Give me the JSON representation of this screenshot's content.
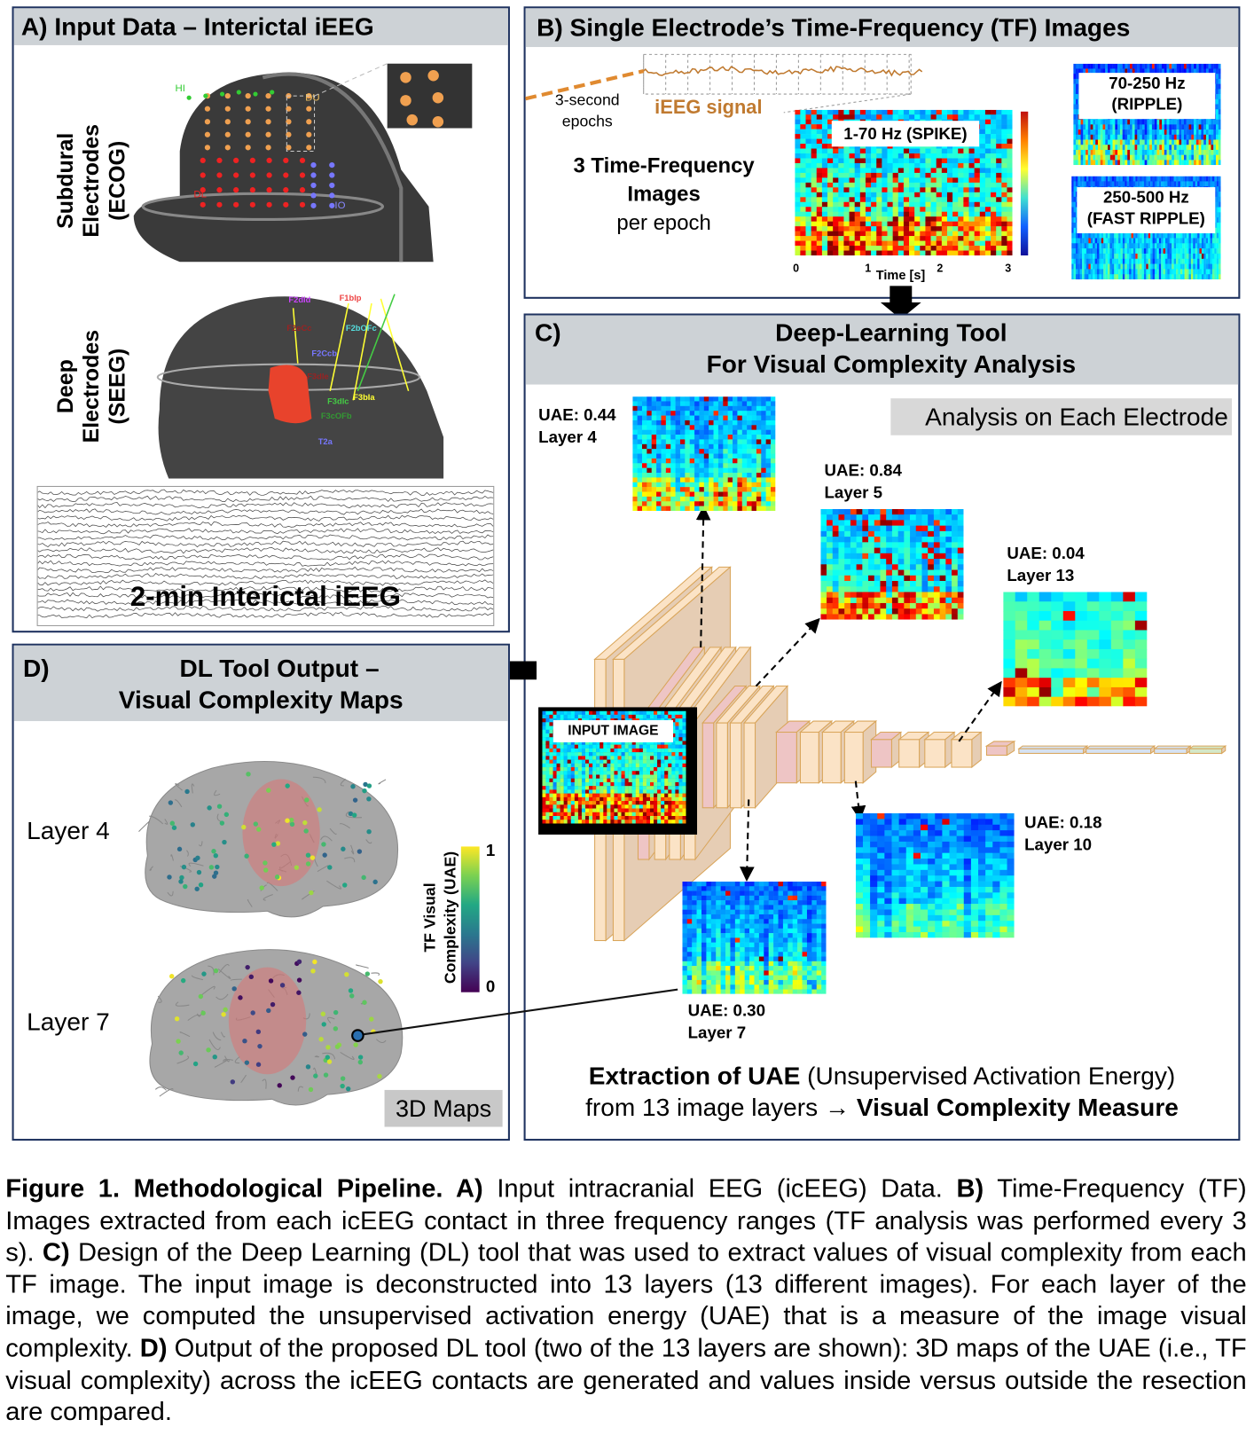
{
  "panel_a": {
    "title": "A)  Input Data – Interictal iEEG",
    "subdural_label": [
      "Subdural",
      "Electrodes",
      "(ECOG)"
    ],
    "deep_label": [
      "Deep",
      "Electrodes",
      "(SEEG)"
    ],
    "seeg_contacts": [
      "F2dId",
      "F1bIp",
      "F2eCc",
      "F2bOFc",
      "F2Ccb",
      "F3dIe",
      "F3dIc",
      "F3bIa",
      "F3cOFb",
      "T2a"
    ],
    "ecog_contacts": [
      "HI",
      "DU",
      "DL",
      "IO"
    ],
    "eeg_caption": "2-min Interictal iEEG"
  },
  "panel_b": {
    "title": "B)   Single Electrode’s Time-Frequency (TF) Images",
    "epochs_label": [
      "3-second",
      "epochs"
    ],
    "signal_label": "iEEG signal",
    "tf_text": [
      "3 Time-Frequency",
      "Images",
      "per epoch"
    ],
    "spike_label": "1-70 Hz (SPIKE)",
    "ripple_label": [
      "70-250 Hz",
      "(RIPPLE)"
    ],
    "fast_ripple_label": [
      "250-500 Hz",
      "(FAST RIPPLE)"
    ],
    "x_ticks": [
      "0",
      "1",
      "2",
      "3"
    ],
    "x_axis_label": "Time [s]"
  },
  "panel_c": {
    "title": [
      "C)",
      "Deep-Learning Tool",
      "For Visual Complexity Analysis"
    ],
    "badge": "Analysis on Each Electrode",
    "input_label": "INPUT IMAGE",
    "layers": [
      {
        "uae": "UAE: 0.44",
        "layer": "Layer 4"
      },
      {
        "uae": "UAE: 0.84",
        "layer": "Layer 5"
      },
      {
        "uae": "UAE: 0.04",
        "layer": "Layer 13"
      },
      {
        "uae": "UAE: 0.18",
        "layer": "Layer 10"
      },
      {
        "uae": "UAE: 0.30",
        "layer": "Layer 7"
      }
    ],
    "footer_bold1": "Extraction of UAE",
    "footer_normal1": " (Unsupervised Activation Energy)",
    "footer_normal2": "from 13 image layers → ",
    "footer_bold2": "Visual Complexity Measure"
  },
  "panel_d": {
    "title": [
      "D)",
      "DL Tool Output –",
      "Visual Complexity Maps"
    ],
    "layer4": "Layer 4",
    "layer7": "Layer 7",
    "colorbar_label": [
      "TF Visual",
      "Complexity (UAE)"
    ],
    "colorbar_max": "1",
    "colorbar_min": "0",
    "badge": "3D Maps"
  },
  "caption": {
    "fig": "Figure 1. Methodological Pipeline.",
    "a_b": " A)",
    "a_t": " Input intracranial EEG (icEEG) Data.",
    "b_b": " B)",
    "b_t": " Time-Frequency (TF) Images extracted from each icEEG contact in three frequency ranges (TF analysis was performed every 3 s).",
    "c_b": " C)",
    "c_t": " Design of the Deep Learning (DL) tool that was used to extract values of visual complexity from each TF image. The input image is deconstructed into 13 layers (13 different images). For each layer of the image, we computed the unsupervised activation energy (UAE) that is a measure of the image visual complexity.",
    "d_b": " D)",
    "d_t": " Output of the proposed DL tool (two of the 13 layers are shown): 3D maps of the UAE (i.e., TF visual complexity) across the icEEG contacts are generated and values inside versus outside the resection are compared."
  },
  "colors": {
    "border": "#1f3360",
    "header": "#cdd2d6",
    "signal": "#d9822b",
    "resection": "#e8432c"
  }
}
